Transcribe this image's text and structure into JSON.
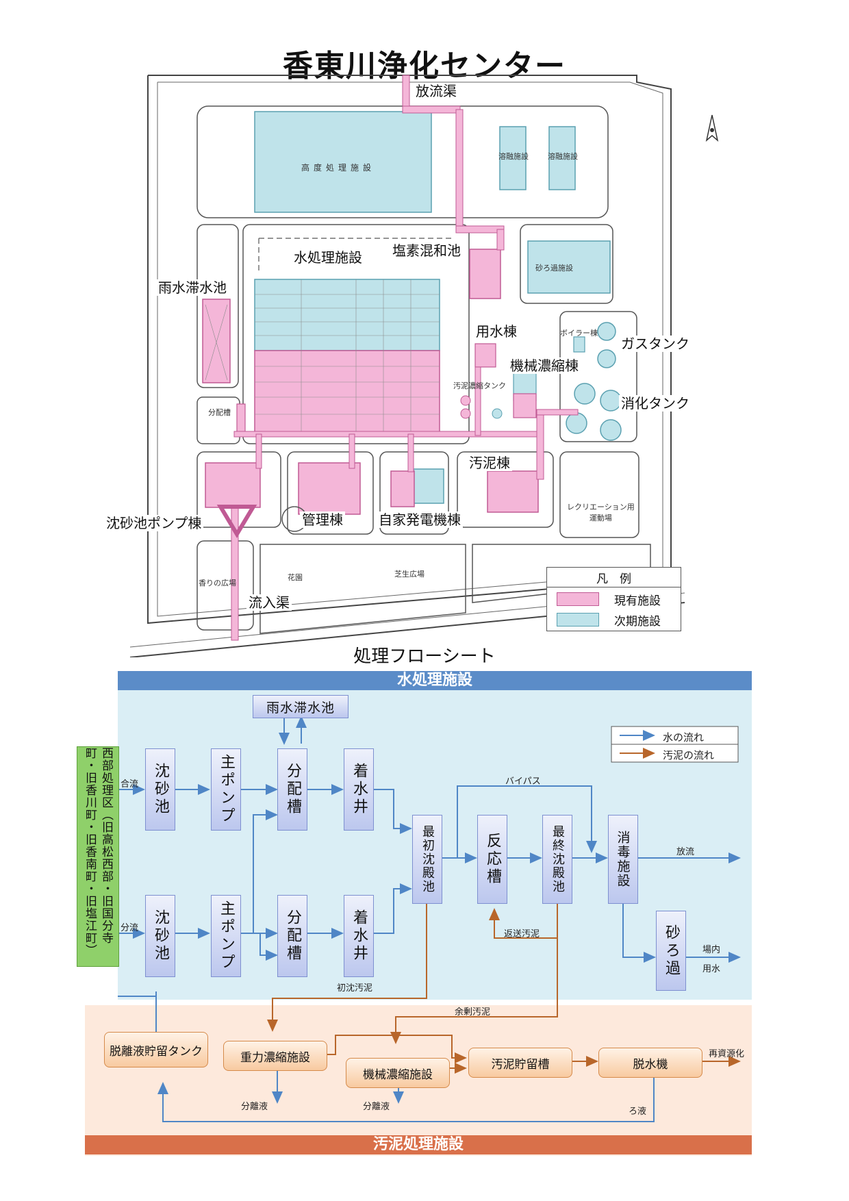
{
  "title": "香東川浄化センター",
  "map": {
    "labels": {
      "outfall": "放流渠",
      "advanced": "高度処理施設",
      "melting1": "溶融施設",
      "melting2": "溶融施設",
      "water_treatment": "水処理施設",
      "chlorine": "塩素混和池",
      "sand_filter": "砂ろ過施設",
      "rain_pond": "雨水滞水池",
      "water_building": "用水棟",
      "boiler": "ボイラー棟",
      "gas_tank": "ガスタンク",
      "mech_thick": "機械濃縮棟",
      "sludge_thick_tank": "汚泥濃縮タンク",
      "digestion": "消化タンク",
      "distribution": "分配槽",
      "sludge_building": "汚泥棟",
      "recreation": "レクリエーション用\n運動場",
      "grit_pump": "沈砂池ポンプ棟",
      "admin": "管理棟",
      "generator": "自家発電機棟",
      "garden": "花園",
      "lawn": "芝生広場",
      "scent_garden": "香りの広場",
      "inflow": "流入渠"
    },
    "legend": {
      "title": "凡　例",
      "existing": "現有施設",
      "next": "次期施設"
    },
    "colors": {
      "existing": "#f4b6d8",
      "next": "#bfe3ea"
    }
  },
  "flow": {
    "subtitle": "処理フローシート",
    "water_band": "水処理施設",
    "sludge_band": "汚泥処理施設",
    "source": "西部処理区（旧高松西部・旧国分寺町・旧香川町・旧香南町・旧塩江町）",
    "legend_water": "水の流れ",
    "legend_sludge": "汚泥の流れ",
    "boxes": {
      "rain_pond": "雨水滞水池",
      "grit1": "沈砂池",
      "pump1": "主ポンプ",
      "dist1": "分配槽",
      "well1": "着水井",
      "grit2": "沈砂池",
      "pump2": "主ポンプ",
      "dist2": "分配槽",
      "well2": "着水井",
      "primary": "最初沈殿池",
      "reactor": "反応槽",
      "final": "最終沈殿池",
      "disinfect": "消毒施設",
      "sandfilter": "砂ろ過",
      "dehyd_tank": "脱離液貯留タンク",
      "gravity": "重力濃縮施設",
      "mechanical": "機械濃縮施設",
      "storage": "汚泥貯留槽",
      "dehydrator": "脱水機"
    },
    "texts": {
      "combined": "合流",
      "separate": "分流",
      "bypass": "バイパス",
      "discharge": "放流",
      "plant_water_1": "場内",
      "plant_water_2": "用水",
      "return_sludge": "返送汚泥",
      "primary_sludge": "初沈汚泥",
      "excess_sludge": "余剰汚泥",
      "sep_liquid_1": "分離液",
      "sep_liquid_2": "分離液",
      "filtrate": "ろ液",
      "recycle": "再資源化"
    },
    "colors": {
      "water_bg": "#daeef5",
      "sludge_bg": "#fde9dc",
      "water_band": "#5b8cc8",
      "sludge_band": "#d9704a",
      "water_arrow": "#4f86c6",
      "sludge_arrow": "#b8662a",
      "source_green": "#8fd06a"
    }
  }
}
